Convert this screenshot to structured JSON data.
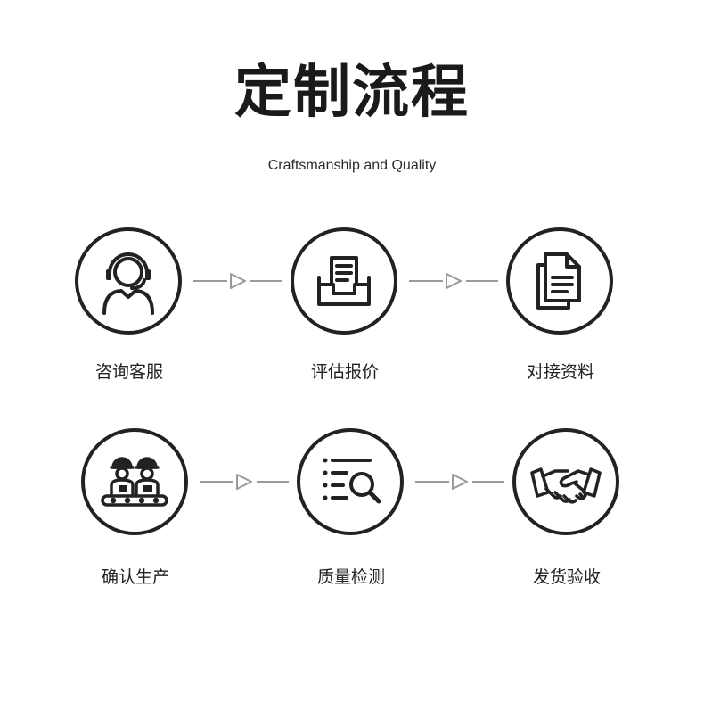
{
  "header": {
    "title": "定制流程",
    "subtitle": "Craftsmanship and Quality"
  },
  "steps": [
    {
      "label": "咨询客服",
      "icon": "customer-service-headset-icon"
    },
    {
      "label": "评估报价",
      "icon": "document-tray-icon"
    },
    {
      "label": "对接资料",
      "icon": "documents-stack-icon"
    },
    {
      "label": "确认生产",
      "icon": "workers-assembly-line-icon"
    },
    {
      "label": "质量检测",
      "icon": "list-magnifier-icon"
    },
    {
      "label": "发货验收",
      "icon": "handshake-icon"
    }
  ],
  "colors": {
    "stroke": "#222222",
    "connector": "#9a9a9a",
    "background": "#ffffff"
  }
}
